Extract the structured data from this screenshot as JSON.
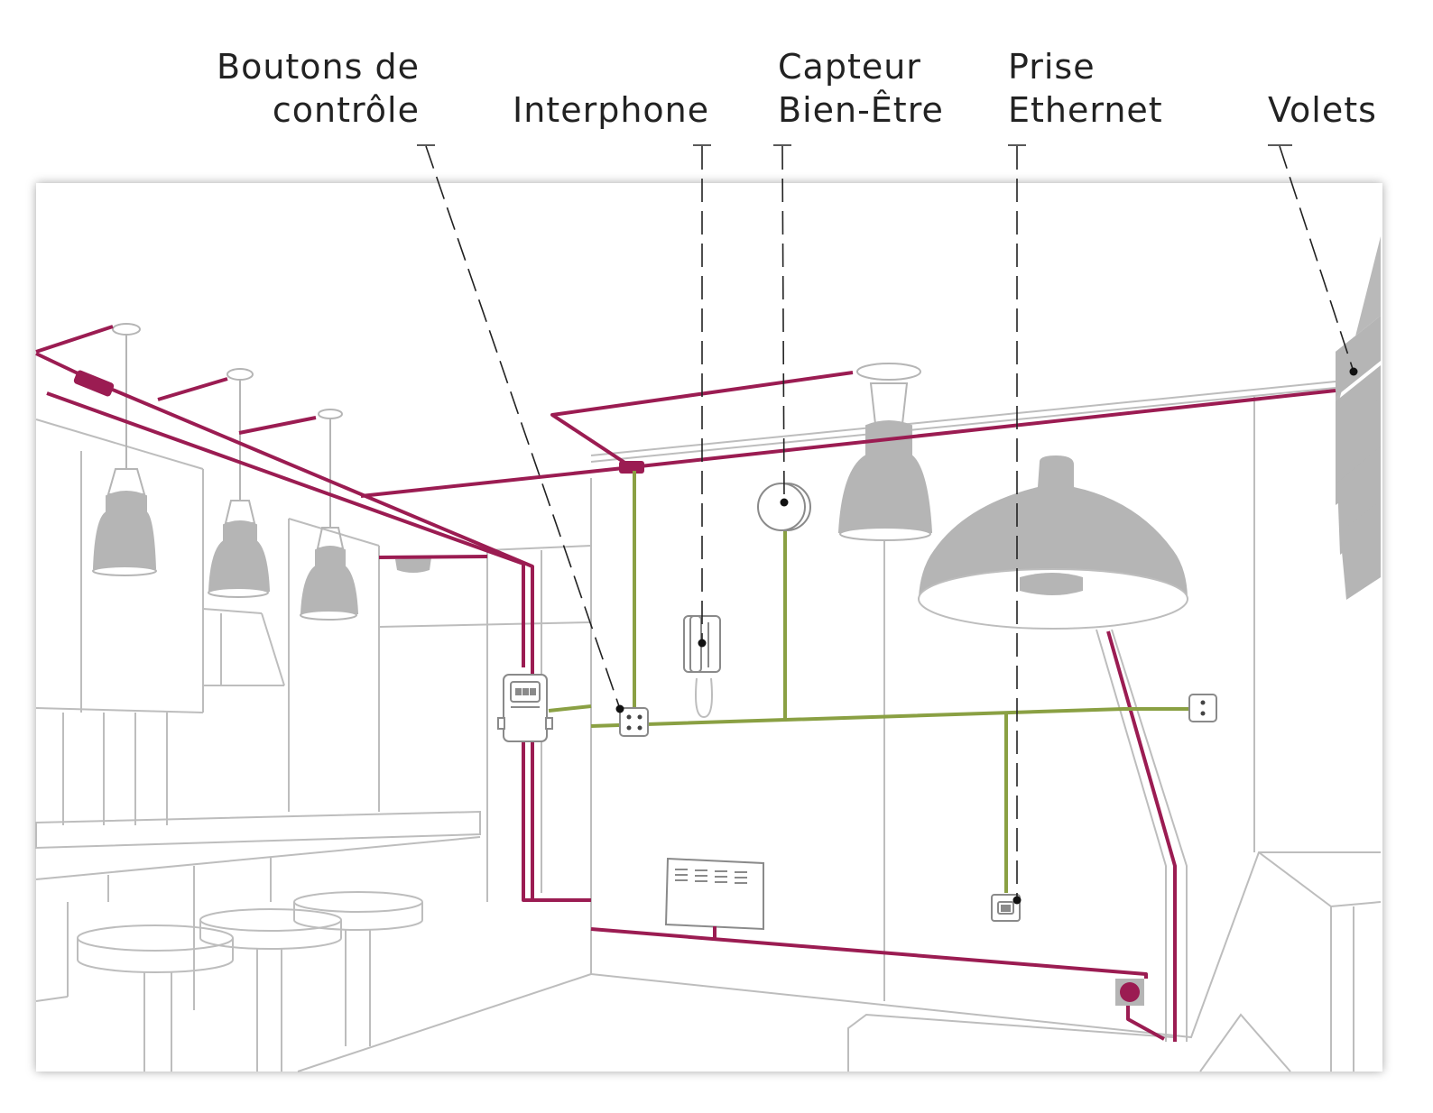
{
  "labels": {
    "boutons": {
      "line1": "Boutons de",
      "line2": "contrôle"
    },
    "interphone": {
      "line1": "Interphone"
    },
    "capteur": {
      "line1": "Capteur",
      "line2": "Bien-Être"
    },
    "prise": {
      "line1": "Prise",
      "line2": "Ethernet"
    },
    "volets": {
      "line1": "Volets"
    }
  },
  "colors": {
    "power_wire": "#9b1c52",
    "data_wire": "#8aa043",
    "sketch": "#bdbdbd",
    "fixture": "#b5b5b5",
    "callout": "#222222"
  }
}
